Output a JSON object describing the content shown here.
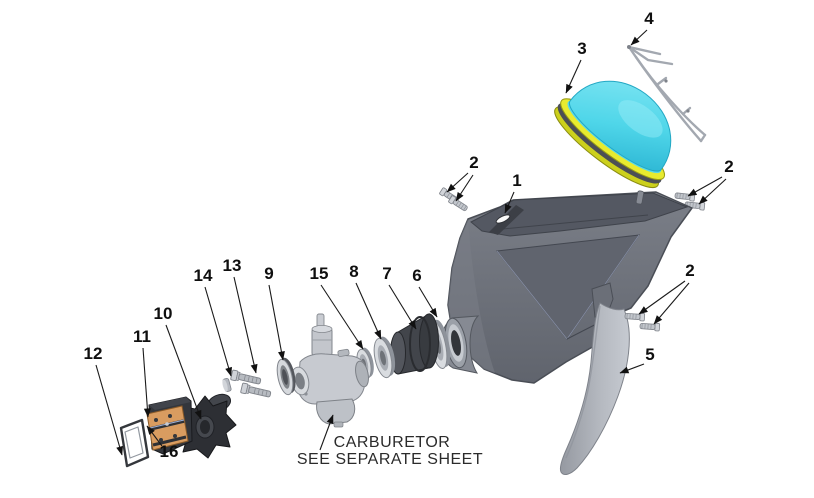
{
  "diagram": {
    "background": "#ffffff",
    "note": {
      "line1": "CARBURETOR",
      "line2": "SEE SEPARATE SHEET"
    },
    "callouts": [
      {
        "text": "1"
      },
      {
        "text": "2"
      },
      {
        "text": "2"
      },
      {
        "text": "2"
      },
      {
        "text": "3"
      },
      {
        "text": "4"
      },
      {
        "text": "5"
      },
      {
        "text": "6"
      },
      {
        "text": "7"
      },
      {
        "text": "8"
      },
      {
        "text": "9"
      },
      {
        "text": "10"
      },
      {
        "text": "11"
      },
      {
        "text": "12"
      },
      {
        "text": "13"
      },
      {
        "text": "14"
      },
      {
        "text": "15"
      },
      {
        "text": "16"
      }
    ],
    "colors": {
      "filter_dome": "#4fd6e9",
      "filter_rim": "#e8eb2f",
      "airbox": "#6e727b",
      "guard": "#aeb2ba",
      "rubber_dark": "#42454b",
      "reed_face": "#d99c60",
      "metal": "#c9ccd2",
      "line": "#1a1a1a"
    }
  }
}
